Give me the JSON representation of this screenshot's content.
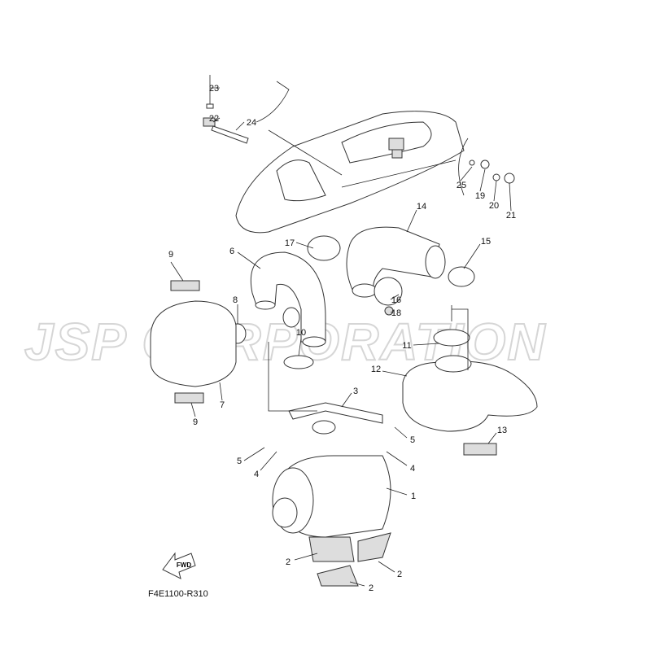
{
  "diagram_code": "F4E1100-R310",
  "fwd_label": "FWD",
  "watermark": "JSP CORPORATION",
  "labels": [
    "23",
    "22",
    "24",
    "25",
    "19",
    "20",
    "21",
    "14",
    "15",
    "17",
    "6",
    "9",
    "16",
    "18",
    "8",
    "10",
    "11",
    "12",
    "7",
    "9",
    "3",
    "5",
    "5",
    "4",
    "4",
    "1",
    "13",
    "2",
    "2",
    "2"
  ]
}
